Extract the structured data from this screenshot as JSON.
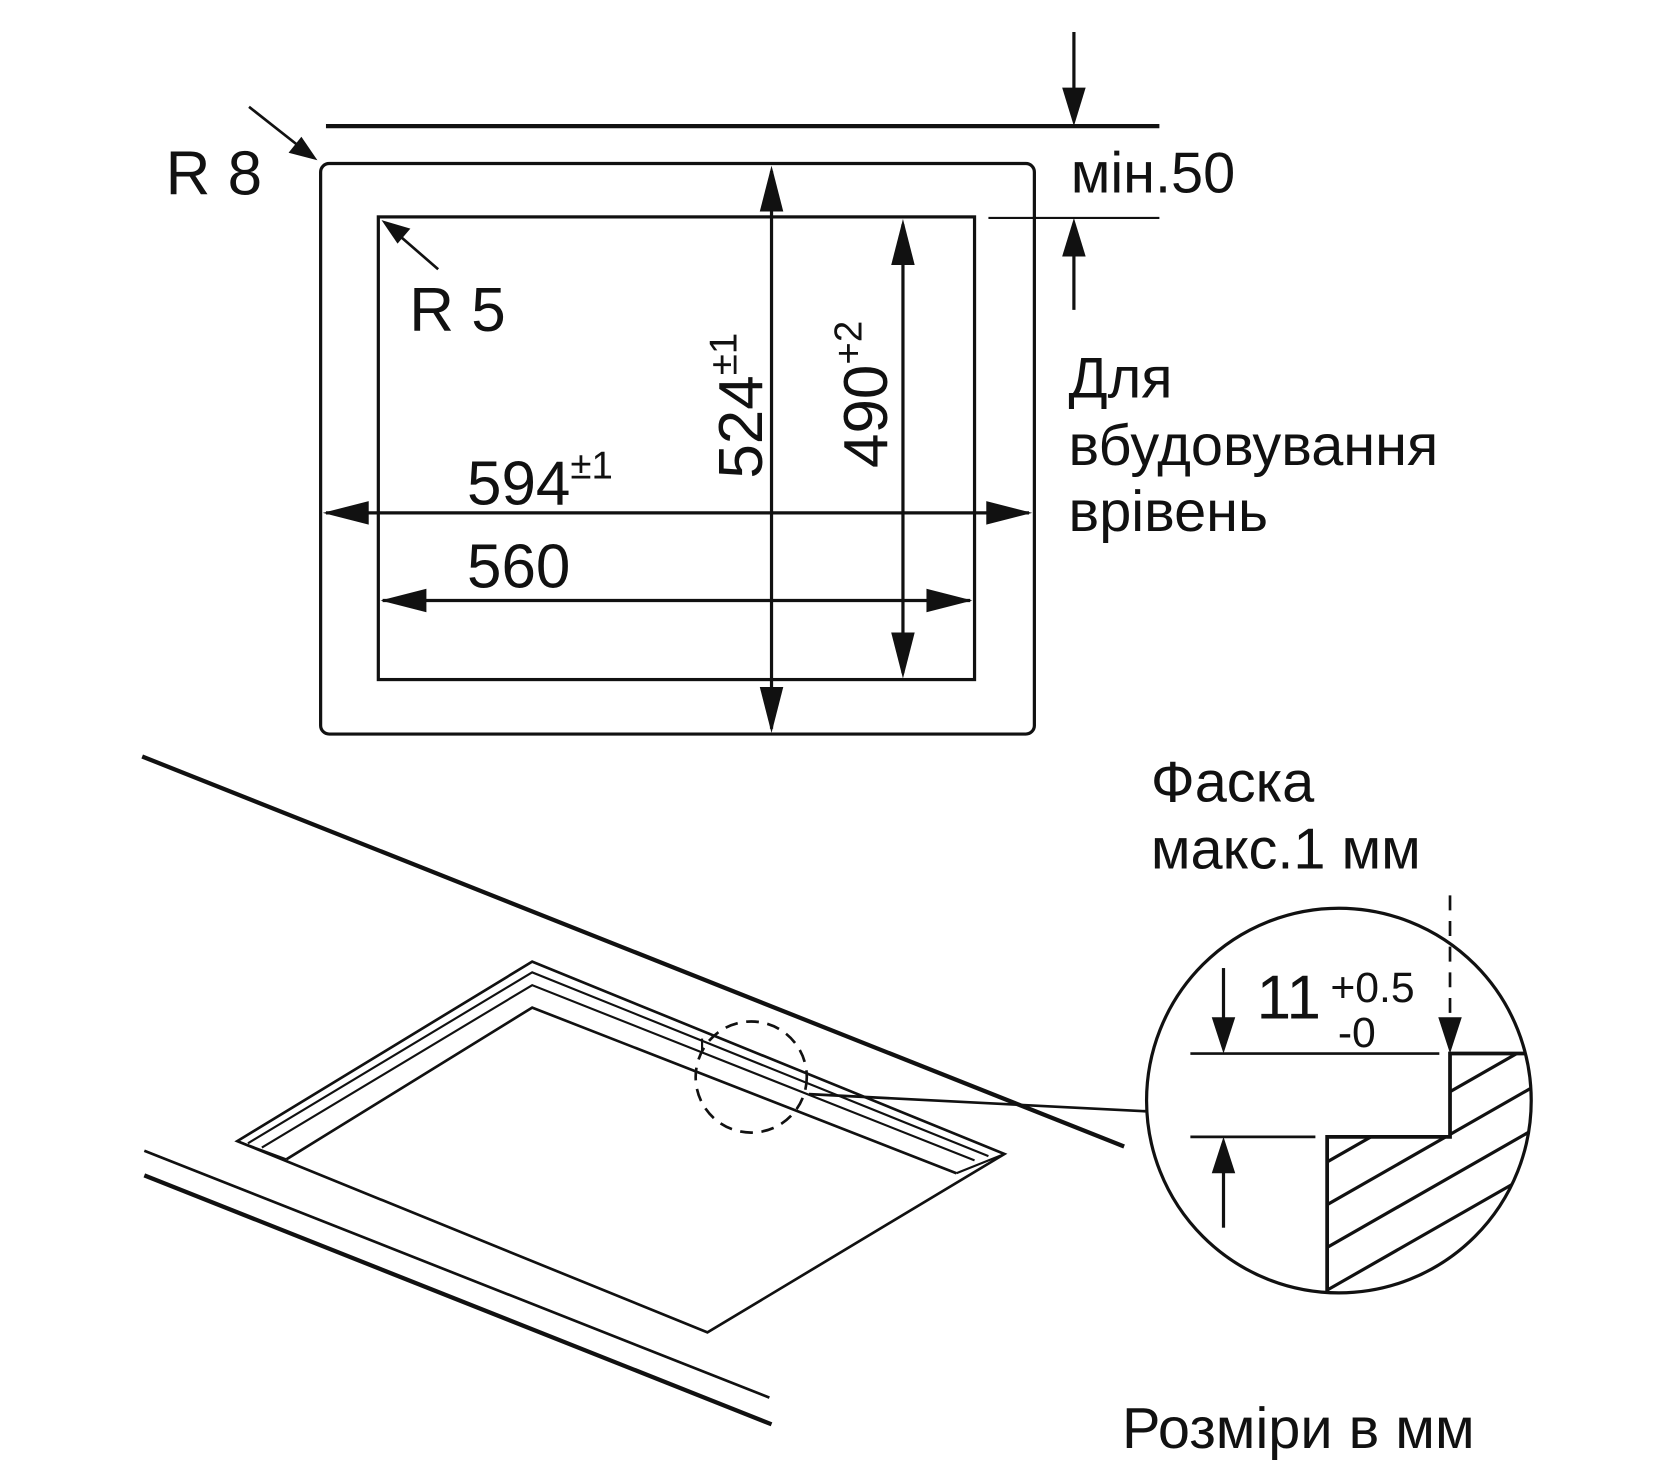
{
  "top_view": {
    "r_outer": "R 8",
    "r_inner": "R 5",
    "min_gap": "мін.50",
    "width_outer": {
      "value": "594",
      "tol": "±1"
    },
    "width_inner": {
      "value": "560"
    },
    "depth_outer": {
      "value": "524",
      "tol": "±1"
    },
    "depth_inner": {
      "value": "490",
      "tol": "+2"
    },
    "flush_note": [
      "Для",
      "вбудовування",
      "врівень"
    ]
  },
  "detail": {
    "chamfer_note": [
      "Фаска",
      "макс.1 мм"
    ],
    "depth": {
      "value": "11",
      "tol_upper": "+0.5",
      "tol_lower": "-0"
    }
  },
  "units_note": "Розміри в мм",
  "colors": {
    "line": "#111111",
    "background": "#ffffff"
  }
}
